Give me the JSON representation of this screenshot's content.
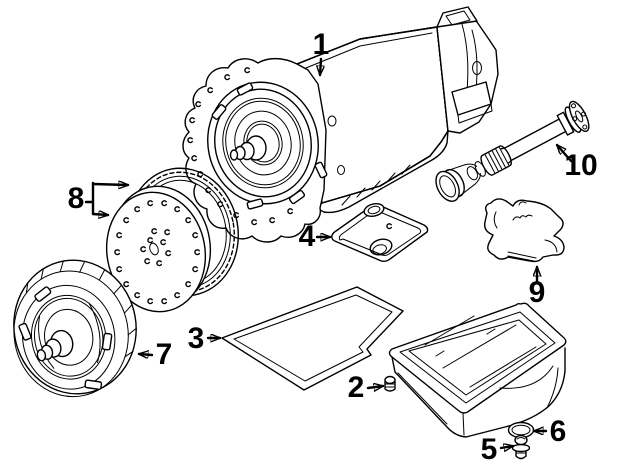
{
  "diagram": {
    "background_color": "#ffffff",
    "line_color": "#000000",
    "callouts": [
      {
        "label": "1",
        "part": "transmission-assembly"
      },
      {
        "label": "2",
        "part": "pan-drain-plug"
      },
      {
        "label": "3",
        "part": "pan-gasket"
      },
      {
        "label": "4",
        "part": "transmission-filter"
      },
      {
        "label": "5",
        "part": "drain-bolt"
      },
      {
        "label": "6",
        "part": "seal-washer"
      },
      {
        "label": "7",
        "part": "torque-converter"
      },
      {
        "label": "8",
        "part": "flexplate-with-ring-gear"
      },
      {
        "label": "9",
        "part": "mount-bracket"
      },
      {
        "label": "10",
        "part": "drive-shaft"
      }
    ]
  }
}
